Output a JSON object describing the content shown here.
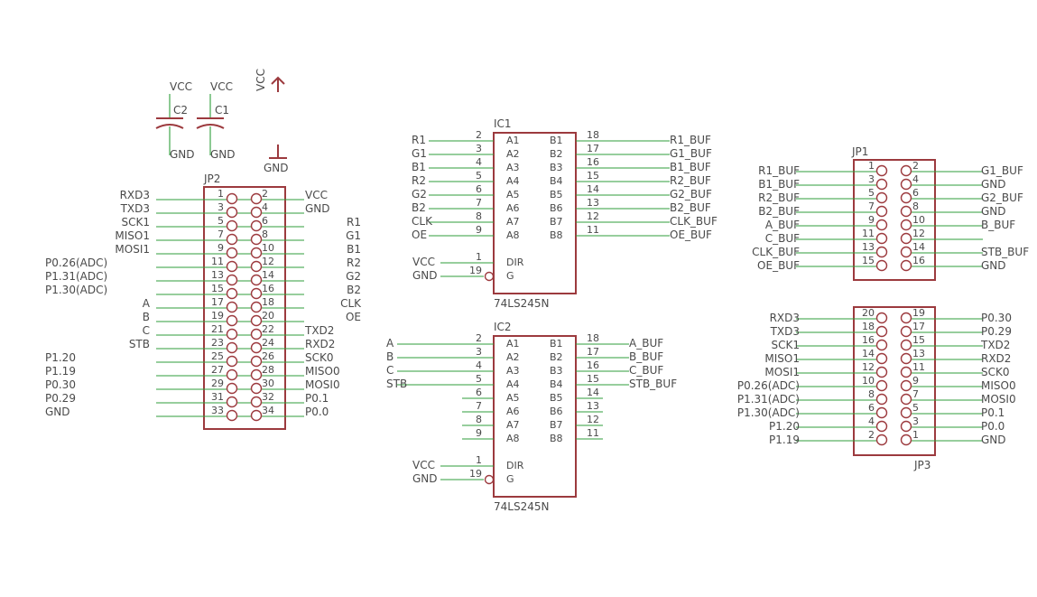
{
  "power": {
    "c2": {
      "ref": "C2",
      "top": "VCC",
      "bottom": "GND"
    },
    "c1": {
      "ref": "C1",
      "top": "VCC",
      "bottom": "GND"
    },
    "vcc_symbol": "VCC",
    "gnd_symbol": "GND"
  },
  "jp2": {
    "ref": "JP2",
    "rows": [
      {
        "ln": "RXD3",
        "rn": "VCC"
      },
      {
        "ln": "TXD3",
        "rn": "GND"
      },
      {
        "ln": "SCK1",
        "rn": "R1"
      },
      {
        "ln": "MISO1",
        "rn": "G1"
      },
      {
        "ln": "MOSI1",
        "rn": "B1"
      },
      {
        "ln": "P0.26(ADC)",
        "rn": "R2"
      },
      {
        "ln": "P1.31(ADC)",
        "rn": "G2"
      },
      {
        "ln": "P1.30(ADC)",
        "rn": "B2"
      },
      {
        "ln": "A",
        "rn": "CLK"
      },
      {
        "ln": "B",
        "rn": "OE"
      },
      {
        "ln": "C",
        "rn": "TXD2"
      },
      {
        "ln": "STB",
        "rn": "RXD2"
      },
      {
        "ln": "P1.20",
        "rn": "SCK0"
      },
      {
        "ln": "P1.19",
        "rn": "MISO0"
      },
      {
        "ln": "P0.30",
        "rn": "MOSI0"
      },
      {
        "ln": "P0.29",
        "rn": "P0.1"
      },
      {
        "ln": "GND",
        "rn": "P0.0"
      }
    ],
    "left_pins": [
      "1",
      "3",
      "5",
      "7",
      "9",
      "11",
      "13",
      "15",
      "17",
      "19",
      "21",
      "23",
      "25",
      "27",
      "29",
      "31",
      "33"
    ],
    "right_pins": [
      "2",
      "4",
      "6",
      "8",
      "10",
      "12",
      "14",
      "16",
      "18",
      "20",
      "22",
      "24",
      "26",
      "28",
      "30",
      "32",
      "34"
    ]
  },
  "ic1": {
    "ref": "IC1",
    "part": "74LS245N",
    "rows": [
      {
        "ln": "R1",
        "lp": "2",
        "a": "A1",
        "b": "B1",
        "rp": "18",
        "rn": "R1_BUF"
      },
      {
        "ln": "G1",
        "lp": "3",
        "a": "A2",
        "b": "B2",
        "rp": "17",
        "rn": "G1_BUF"
      },
      {
        "ln": "B1",
        "lp": "4",
        "a": "A3",
        "b": "B3",
        "rp": "16",
        "rn": "B1_BUF"
      },
      {
        "ln": "R2",
        "lp": "5",
        "a": "A4",
        "b": "B4",
        "rp": "15",
        "rn": "R2_BUF"
      },
      {
        "ln": "G2",
        "lp": "6",
        "a": "A5",
        "b": "B5",
        "rp": "14",
        "rn": "G2_BUF"
      },
      {
        "ln": "B2",
        "lp": "7",
        "a": "A6",
        "b": "B6",
        "rp": "13",
        "rn": "B2_BUF"
      },
      {
        "ln": "CLK",
        "lp": "8",
        "a": "A7",
        "b": "B7",
        "rp": "12",
        "rn": "CLK_BUF"
      },
      {
        "ln": "OE",
        "lp": "9",
        "a": "A8",
        "b": "B8",
        "rp": "11",
        "rn": "OE_BUF"
      }
    ],
    "ctrl": [
      {
        "ln": "VCC",
        "lp": "1",
        "label": "DIR"
      },
      {
        "ln": "GND",
        "lp": "19",
        "label": "G"
      }
    ]
  },
  "ic2": {
    "ref": "IC2",
    "part": "74LS245N",
    "rows": [
      {
        "ln": "A",
        "lp": "2",
        "a": "A1",
        "b": "B1",
        "rp": "18",
        "rn": "A_BUF"
      },
      {
        "ln": "B",
        "lp": "3",
        "a": "A2",
        "b": "B2",
        "rp": "17",
        "rn": "B_BUF"
      },
      {
        "ln": "C",
        "lp": "4",
        "a": "A3",
        "b": "B3",
        "rp": "16",
        "rn": "C_BUF"
      },
      {
        "ln": "STB",
        "lp": "5",
        "a": "A4",
        "b": "B4",
        "rp": "15",
        "rn": "STB_BUF"
      },
      {
        "ln": "",
        "lp": "6",
        "a": "A5",
        "b": "B5",
        "rp": "14",
        "rn": ""
      },
      {
        "ln": "",
        "lp": "7",
        "a": "A6",
        "b": "B6",
        "rp": "13",
        "rn": ""
      },
      {
        "ln": "",
        "lp": "8",
        "a": "A7",
        "b": "B7",
        "rp": "12",
        "rn": ""
      },
      {
        "ln": "",
        "lp": "9",
        "a": "A8",
        "b": "B8",
        "rp": "11",
        "rn": ""
      }
    ],
    "ctrl": [
      {
        "ln": "VCC",
        "lp": "1",
        "label": "DIR"
      },
      {
        "ln": "GND",
        "lp": "19",
        "label": "G"
      }
    ]
  },
  "jp1": {
    "ref": "JP1",
    "rows": [
      {
        "ln": "R1_BUF",
        "lp": "1",
        "rp": "2",
        "rn": "G1_BUF"
      },
      {
        "ln": "B1_BUF",
        "lp": "3",
        "rp": "4",
        "rn": "GND"
      },
      {
        "ln": "R2_BUF",
        "lp": "5",
        "rp": "6",
        "rn": "G2_BUF"
      },
      {
        "ln": "B2_BUF",
        "lp": "7",
        "rp": "8",
        "rn": "GND"
      },
      {
        "ln": "A_BUF",
        "lp": "9",
        "rp": "10",
        "rn": "B_BUF"
      },
      {
        "ln": "C_BUF",
        "lp": "11",
        "rp": "12",
        "rn": ""
      },
      {
        "ln": "CLK_BUF",
        "lp": "13",
        "rp": "14",
        "rn": "STB_BUF"
      },
      {
        "ln": "OE_BUF",
        "lp": "15",
        "rp": "16",
        "rn": "GND"
      }
    ]
  },
  "jp3": {
    "ref": "JP3",
    "rows": [
      {
        "ln": "RXD3",
        "lp": "20",
        "rp": "19",
        "rn": "P0.30"
      },
      {
        "ln": "TXD3",
        "lp": "18",
        "rp": "17",
        "rn": "P0.29"
      },
      {
        "ln": "SCK1",
        "lp": "16",
        "rp": "15",
        "rn": "TXD2"
      },
      {
        "ln": "MISO1",
        "lp": "14",
        "rp": "13",
        "rn": "RXD2"
      },
      {
        "ln": "MOSI1",
        "lp": "12",
        "rp": "11",
        "rn": "SCK0"
      },
      {
        "ln": "P0.26(ADC)",
        "lp": "10",
        "rp": "9",
        "rn": "MISO0"
      },
      {
        "ln": "P1.31(ADC)",
        "lp": "8",
        "rp": "7",
        "rn": "MOSI0"
      },
      {
        "ln": "P1.30(ADC)",
        "lp": "6",
        "rp": "5",
        "rn": "P0.1"
      },
      {
        "ln": "P1.20",
        "lp": "4",
        "rp": "3",
        "rn": "P0.0"
      },
      {
        "ln": "P1.19",
        "lp": "2",
        "rp": "1",
        "rn": "GND"
      }
    ]
  }
}
